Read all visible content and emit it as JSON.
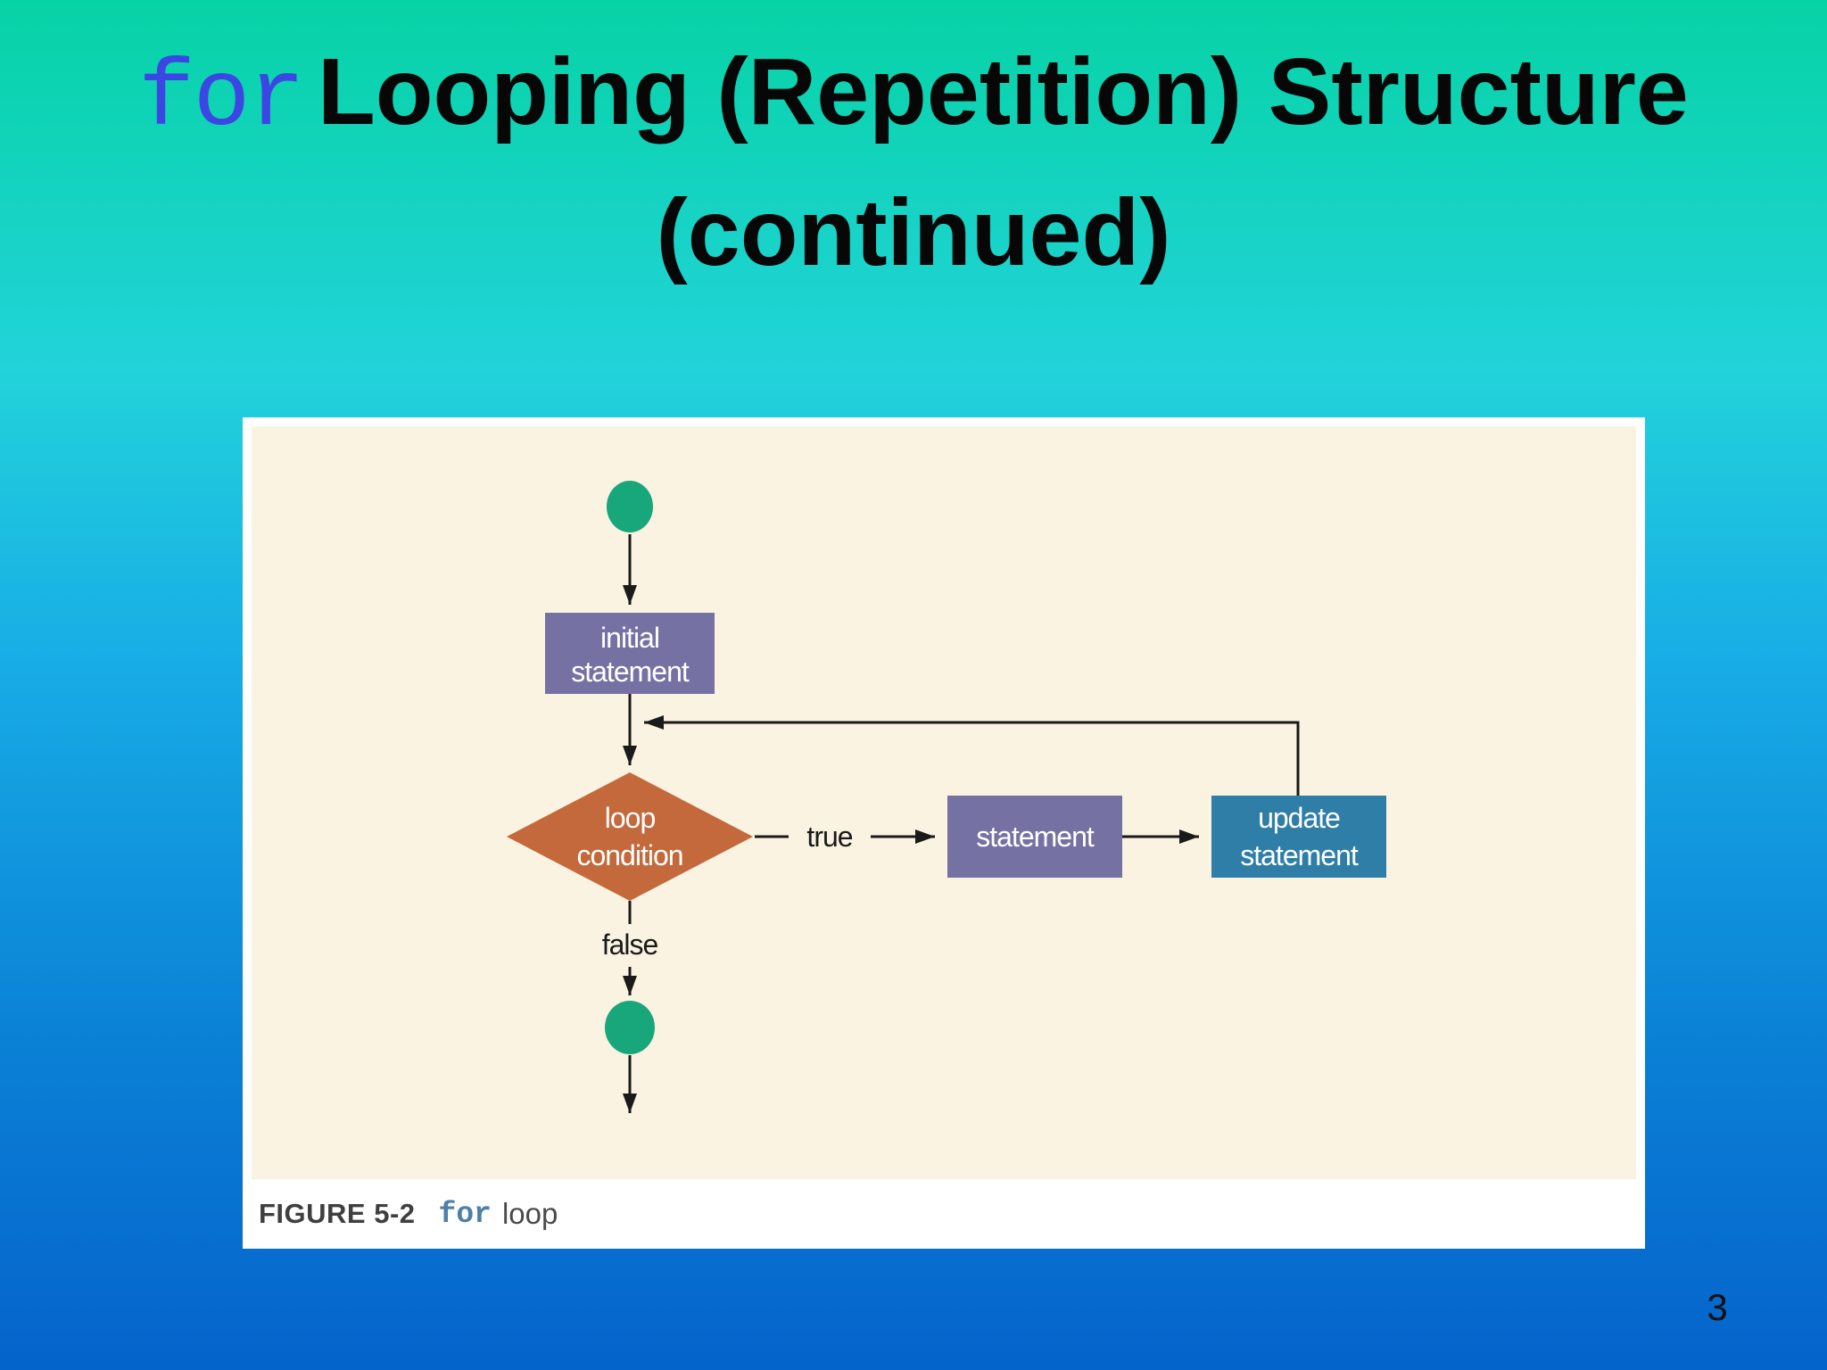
{
  "slide": {
    "title": {
      "keyword": "for",
      "rest": "Looping (Repetition) Structure",
      "line2": "(continued)"
    },
    "page_number": "3"
  },
  "figure": {
    "caption": {
      "label": "FIGURE 5-2",
      "keyword": "for",
      "text": "loop"
    },
    "colors": {
      "panel_background": "#ffffff",
      "canvas_background": "#faf3e1"
    }
  },
  "flowchart": {
    "colors": {
      "terminal": "#18a77b",
      "process": "#7671a3",
      "decision": "#c4693c",
      "update": "#2e7ea7",
      "line": "#1a1a1a",
      "node_text": "#ffffff"
    },
    "nodes": {
      "initial_statement": {
        "line1": "initial",
        "line2": "statement"
      },
      "loop_condition": {
        "line1": "loop",
        "line2": "condition"
      },
      "statement": {
        "label": "statement"
      },
      "update_statement": {
        "line1": "update",
        "line2": "statement"
      }
    },
    "edge_labels": {
      "true_label": "true",
      "false_label": "false"
    }
  },
  "background": {
    "gradient_top": "#06d3a5",
    "gradient_upper_mid": "#22d3da",
    "gradient_lower_mid": "#18ade6",
    "gradient_bottom": "#0563cb"
  }
}
